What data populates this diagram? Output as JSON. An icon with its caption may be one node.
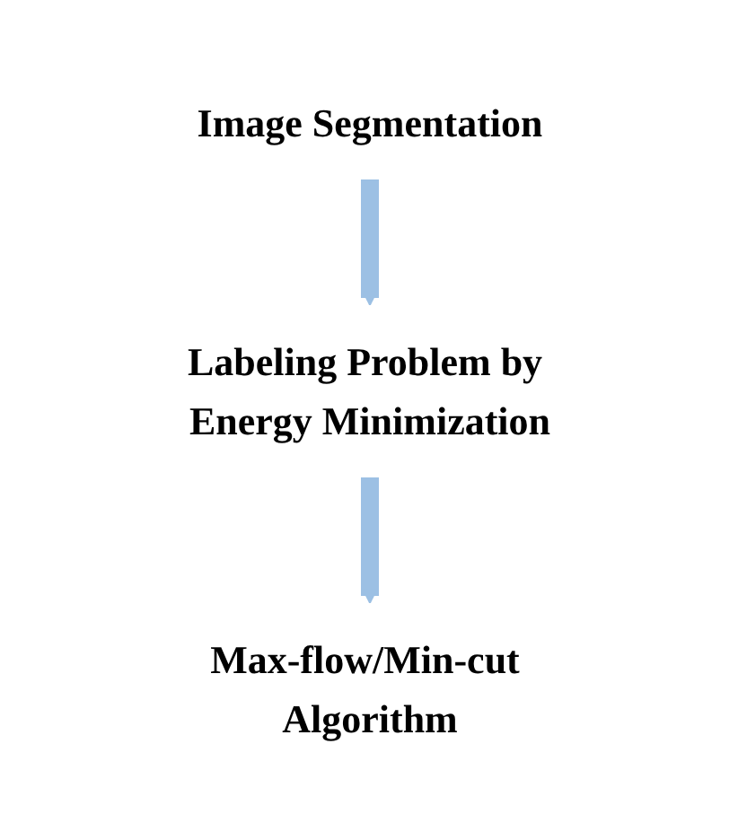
{
  "diagram": {
    "nodes": [
      {
        "text": [
          "Image Segmentation"
        ]
      },
      {
        "text": [
          "Labeling Problem by Energy Minimization"
        ]
      },
      {
        "text": [
          "Max-flow/Min-cut Algorithm"
        ]
      }
    ],
    "edges": [
      {
        "from": 0,
        "to": 1,
        "arrow": "to"
      },
      {
        "from": 1,
        "to": 2,
        "arrow": "to"
      }
    ]
  }
}
